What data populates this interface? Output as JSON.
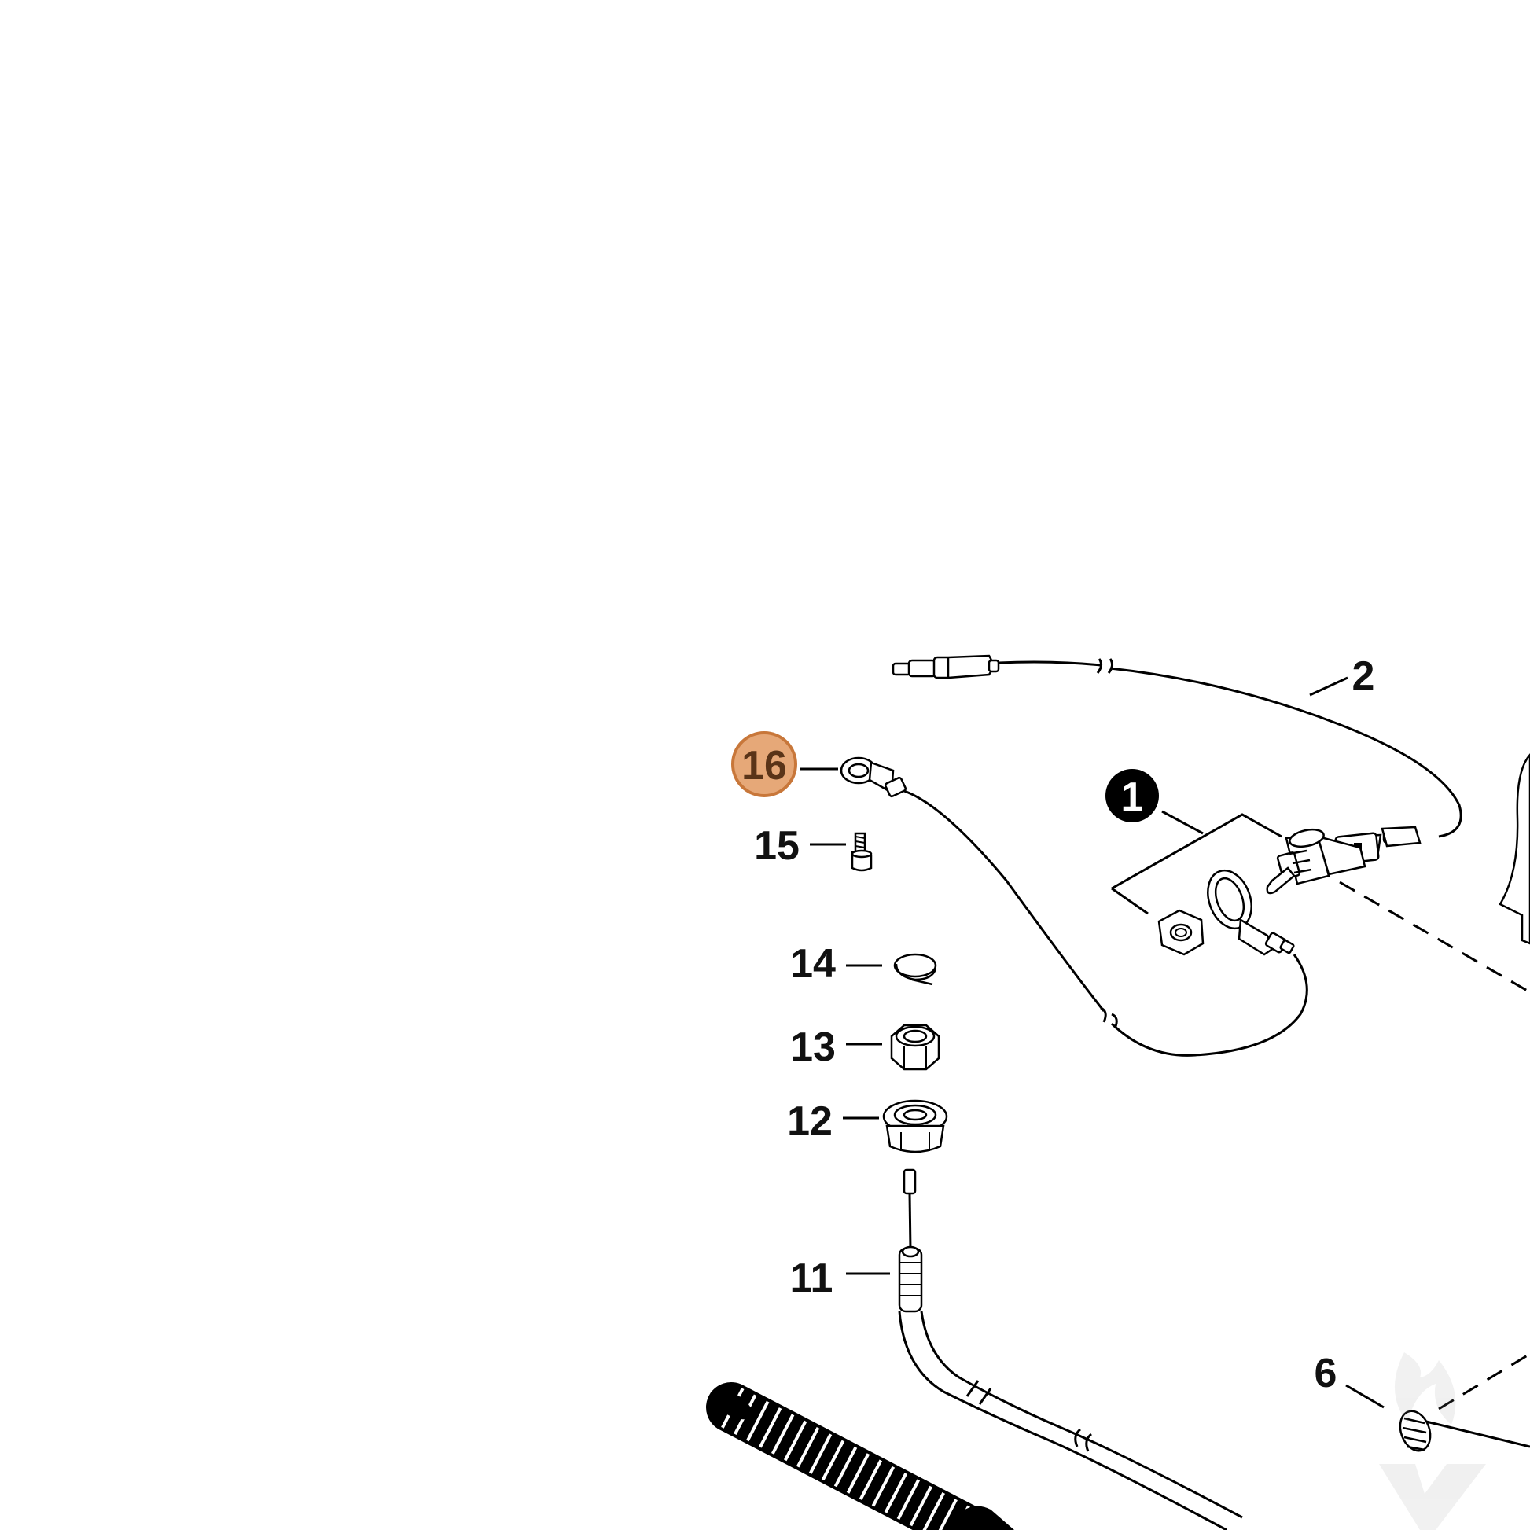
{
  "diagram": {
    "callouts": [
      {
        "id": "16",
        "label": "16",
        "highlighted": true
      },
      {
        "id": "15",
        "label": "15"
      },
      {
        "id": "14",
        "label": "14"
      },
      {
        "id": "13",
        "label": "13"
      },
      {
        "id": "12",
        "label": "12"
      },
      {
        "id": "11",
        "label": "11"
      },
      {
        "id": "2",
        "label": "2"
      },
      {
        "id": "1",
        "label": "1",
        "style": "inverted-circle"
      },
      {
        "id": "6",
        "label": "6"
      }
    ],
    "colors": {
      "highlight_fill": "#e6a878",
      "highlight_stroke": "#c8773a",
      "highlight_text": "#5a3418",
      "line": "#000000",
      "background": "#ffffff"
    }
  }
}
